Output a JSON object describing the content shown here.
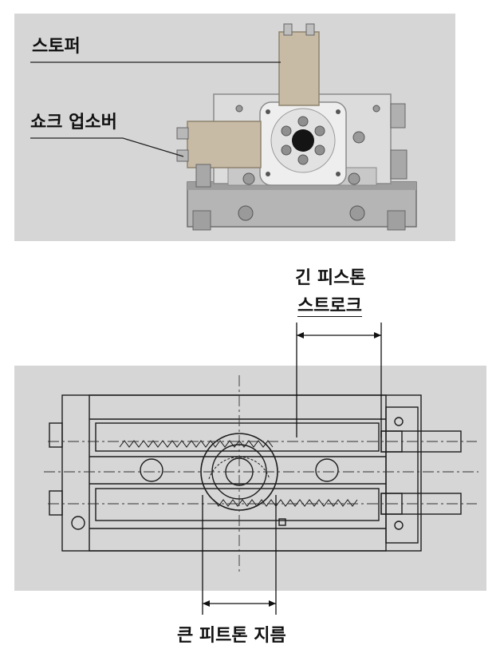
{
  "labels": {
    "stopper": "스토퍼",
    "shock_absorber": "쇼크 업소버",
    "long_piston_stroke_line1": "긴 피스톤",
    "long_piston_stroke_line2": "스트로크",
    "large_pinion_diameter": "큰 피트톤 지름"
  },
  "colors": {
    "panel_bg": "#d6d6d6",
    "metal_light": "#e8e8e8",
    "metal_mid": "#b9b9b9",
    "metal_dark": "#8c8c8c",
    "stopper_tan": "#c7bba5",
    "ink": "#111111"
  }
}
